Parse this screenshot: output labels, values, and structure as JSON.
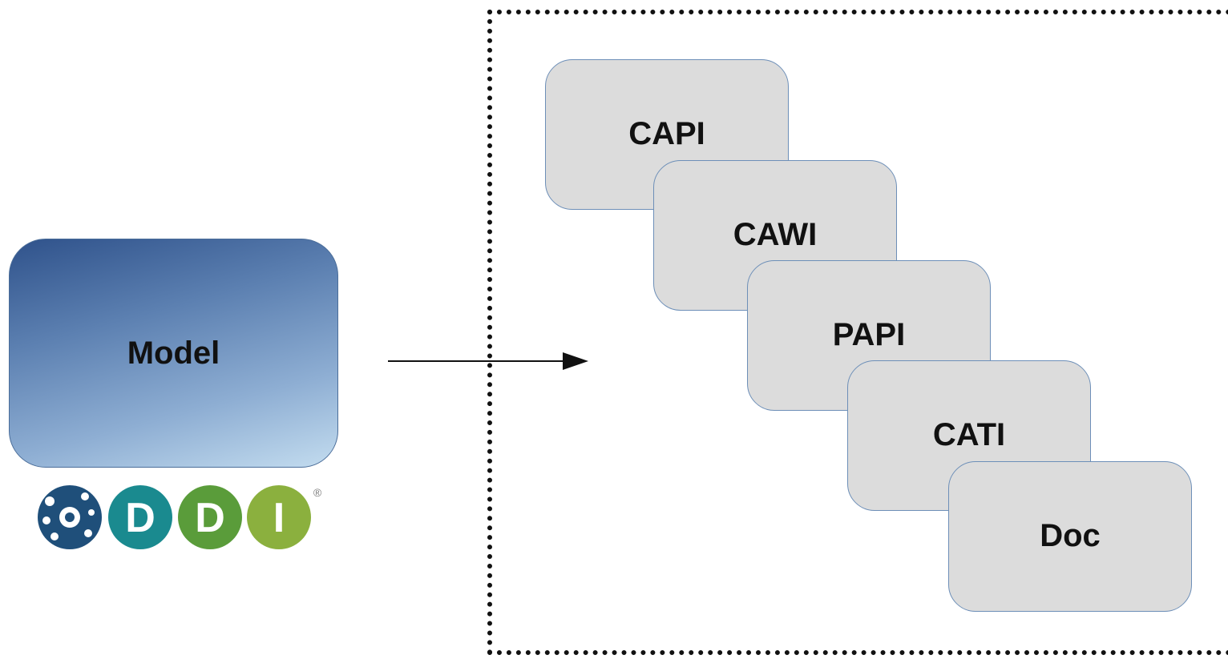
{
  "model": {
    "label": "Model"
  },
  "logo": {
    "letters": [
      "D",
      "D",
      "I"
    ],
    "registered_mark": "®",
    "colors": {
      "gear": "#1f4f7a",
      "d1": "#1a8a8f",
      "d2": "#5a9c3a",
      "i": "#8bb03e"
    }
  },
  "outputs": [
    {
      "label": "CAPI"
    },
    {
      "label": "CAWI"
    },
    {
      "label": "PAPI"
    },
    {
      "label": "CATI"
    },
    {
      "label": "Doc"
    }
  ],
  "colors": {
    "model_gradient_top": "#2f528b",
    "model_gradient_bottom": "#c3dcef",
    "output_fill": "#dcdcdc",
    "output_border": "#6d8fb8"
  }
}
